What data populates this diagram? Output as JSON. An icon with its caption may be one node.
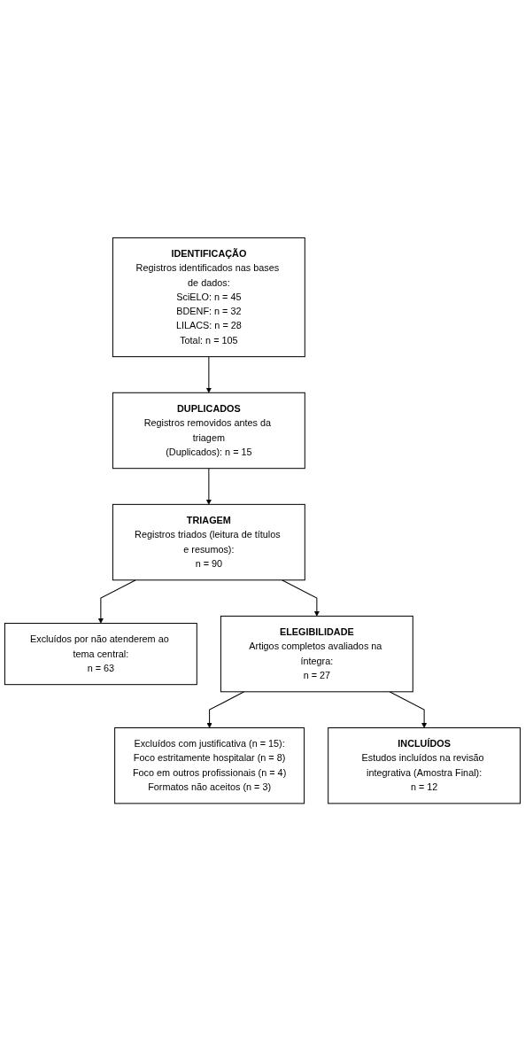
{
  "diagram": {
    "nodes": [
      {
        "text": [
          "IDENTIFICAÇÃO",
          "Registros identificados nas bases de dados:",
          "SciELO: n = 45",
          "BDENF: n = 32",
          "LILACS: n = 28",
          "Total: n = 105"
        ]
      },
      {
        "text": [
          "DUPLICADOS",
          "Registros removidos antes da triagem",
          "(Duplicados): n = 15"
        ]
      },
      {
        "text": [
          "TRIAGEM",
          "Registros triados (leitura de títulos e resumos):",
          "n = 90"
        ]
      },
      {
        "text": [
          "Excluídos por não atenderem ao tema central:",
          "n = 63"
        ]
      },
      {
        "text": [
          "ELEGIBILIDADE",
          "Artigos completos avaliados na íntegra:",
          "n = 27"
        ]
      },
      {
        "text": [
          "Excluídos com justificativa (n = 15):",
          "Foco estritamente hospitalar (n = 8)",
          "Foco em outros profissionais (n = 4)",
          "Formatos não aceitos (n = 3)"
        ]
      },
      {
        "text": [
          "INCLUÍDOS",
          "Estudos incluídos na revisão integrativa (Amostra Final):",
          "n = 12"
        ]
      }
    ],
    "edges": [
      {
        "from": 0,
        "to": 1,
        "arrow": "to"
      },
      {
        "from": 1,
        "to": 2,
        "arrow": "to"
      },
      {
        "from": 2,
        "to": 3,
        "arrow": "to"
      },
      {
        "from": 2,
        "to": 4,
        "arrow": "to"
      },
      {
        "from": 4,
        "to": 5,
        "arrow": "to"
      },
      {
        "from": 4,
        "to": 6,
        "arrow": "to"
      }
    ]
  }
}
